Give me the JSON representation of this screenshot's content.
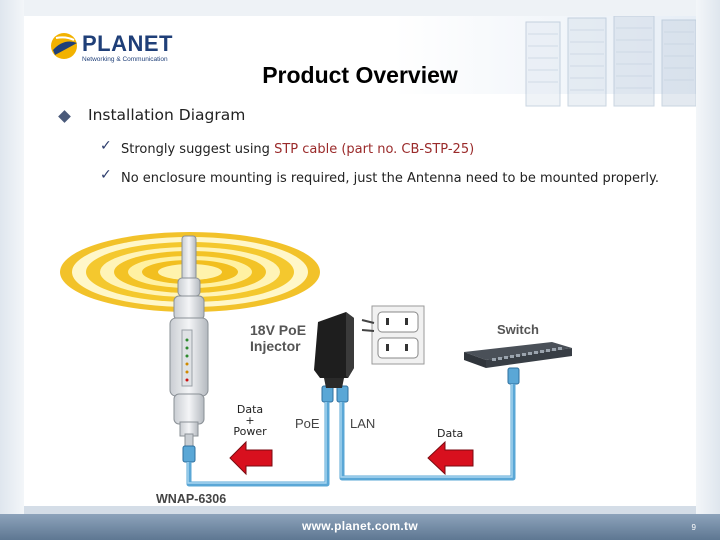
{
  "brand": {
    "name": "PLANET",
    "tagline": "Networking & Communication"
  },
  "slide": {
    "title": "Product Overview",
    "bullet": "Installation Diagram",
    "sub_items": [
      {
        "plain": "Strongly suggest  using ",
        "accent": "STP cable (part no. CB-STP-25)"
      },
      {
        "plain": "No enclosure mounting is required, just the Antenna need to be mounted properly.",
        "accent": ""
      }
    ]
  },
  "diagram": {
    "injector_label_line1": "18V PoE",
    "injector_label_line2": "Injector",
    "switch_label": "Switch",
    "poe_port": "PoE",
    "lan_port": "LAN",
    "data_power_line1": "Data",
    "data_power_plus": "+",
    "data_power_line2": "Power",
    "data_label": "Data",
    "device_label": "WNAP-6306"
  },
  "footer": {
    "url": "www.planet.com.tw",
    "page": "9"
  },
  "colors": {
    "accent_red": "#c8102e",
    "cable_blue": "#5aa7d6",
    "title_navy": "#1f3f78"
  }
}
